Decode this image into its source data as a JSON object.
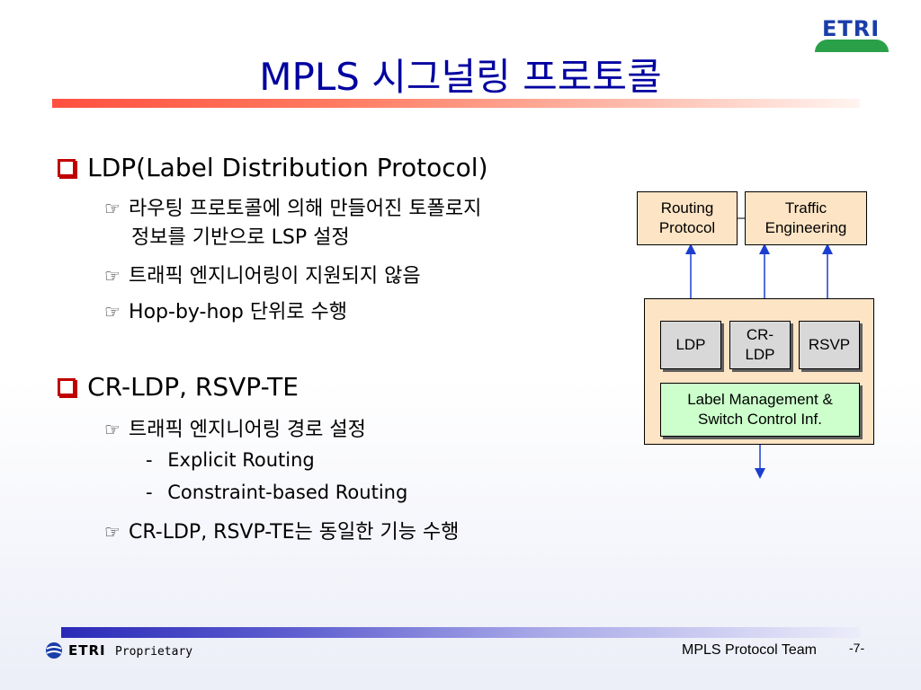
{
  "slide": {
    "title": "MPLS 시그널링 프로토콜",
    "logo_text": "ETRI",
    "sections": [
      {
        "heading": "LDP(Label Distribution Protocol)",
        "items": [
          {
            "line1": "라우팅 프로토콜에 의해 만들어진 토폴로지",
            "line2": "정보를 기반으로 LSP 설정"
          },
          {
            "line1": "트래픽 엔지니어링이 지원되지 않음"
          },
          {
            "line1": "Hop-by-hop 단위로 수행"
          }
        ]
      },
      {
        "heading": "CR-LDP, RSVP-TE",
        "items": [
          {
            "line1": "트래픽 엔지니어링 경로 설정"
          },
          {
            "line1": "CR-LDP, RSVP-TE는 동일한 기능 수행"
          }
        ],
        "subitems": [
          "Explicit Routing",
          "Constraint-based Routing"
        ]
      }
    ],
    "sub_dash": "-",
    "hand_icon": "☞"
  },
  "diagram": {
    "routing_protocol": [
      "Routing",
      "Protocol"
    ],
    "traffic_engineering": [
      "Traffic",
      "Engineering"
    ],
    "ldp": "LDP",
    "cr_ldp": [
      "CR-",
      "LDP"
    ],
    "rsvp": "RSVP",
    "label_mgmt": [
      "Label Management &",
      "Switch Control Inf."
    ]
  },
  "footer": {
    "logo_text": "ETRI",
    "left_text": "Proprietary",
    "right_text": "MPLS Protocol Team",
    "page_number": "-7-"
  },
  "colors": {
    "title": "#0000a0",
    "bullet": "#c00000",
    "arrow": "#1a3ed0"
  }
}
